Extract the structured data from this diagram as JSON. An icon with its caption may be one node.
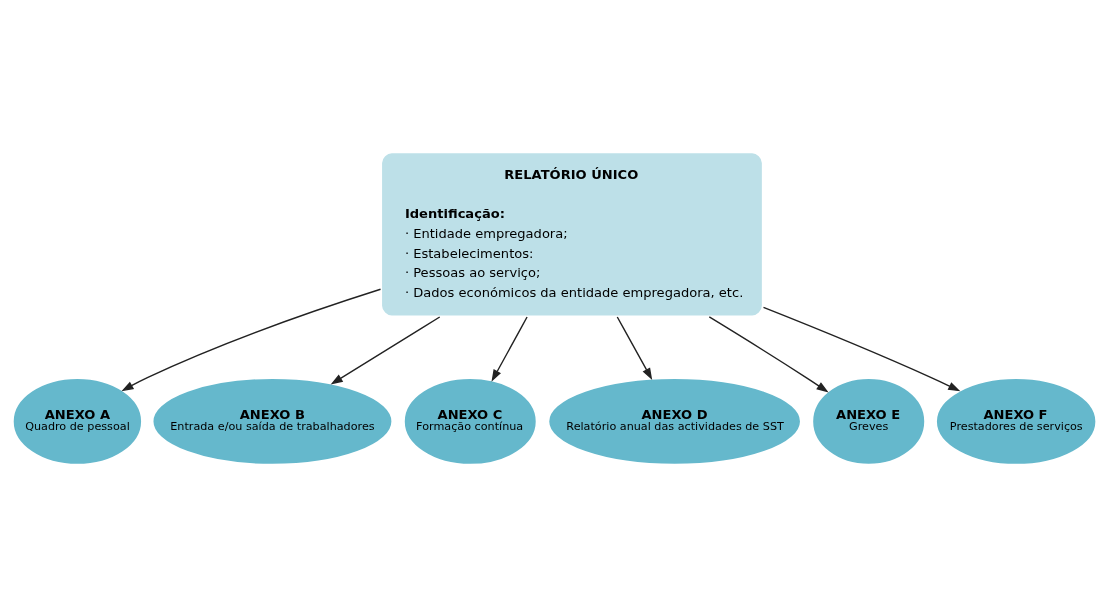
{
  "diagram": {
    "nodes": [
      {
        "text": [
          "RELATÓRIO ÚNICO",
          "Identificação:",
          "· Entidade empregadora;",
          "· Estabelecimentos:",
          "· Pessoas ao serviço;",
          "· Dados económicos da entidade empregadora, etc."
        ]
      },
      {
        "text": [
          "ANEXO A",
          "Quadro de pessoal"
        ]
      },
      {
        "text": [
          "ANEXO B",
          "Entrada e/ou saída de trabalhadores"
        ]
      },
      {
        "text": [
          "ANEXO C",
          "Formação contínua"
        ]
      },
      {
        "text": [
          "ANEXO D",
          "Relatório anual das actividades de SST"
        ]
      },
      {
        "text": [
          "ANEXO E",
          "Greves"
        ]
      },
      {
        "text": [
          "ANEXO F",
          "Prestadores de serviços"
        ]
      }
    ],
    "edges": [
      {
        "from": 0,
        "to": 1,
        "arrow": "to"
      },
      {
        "from": 0,
        "to": 2,
        "arrow": "to"
      },
      {
        "from": 0,
        "to": 3,
        "arrow": "to"
      },
      {
        "from": 0,
        "to": 4,
        "arrow": "to"
      },
      {
        "from": 0,
        "to": 5,
        "arrow": "to"
      },
      {
        "from": 0,
        "to": 6,
        "arrow": "to"
      }
    ]
  }
}
